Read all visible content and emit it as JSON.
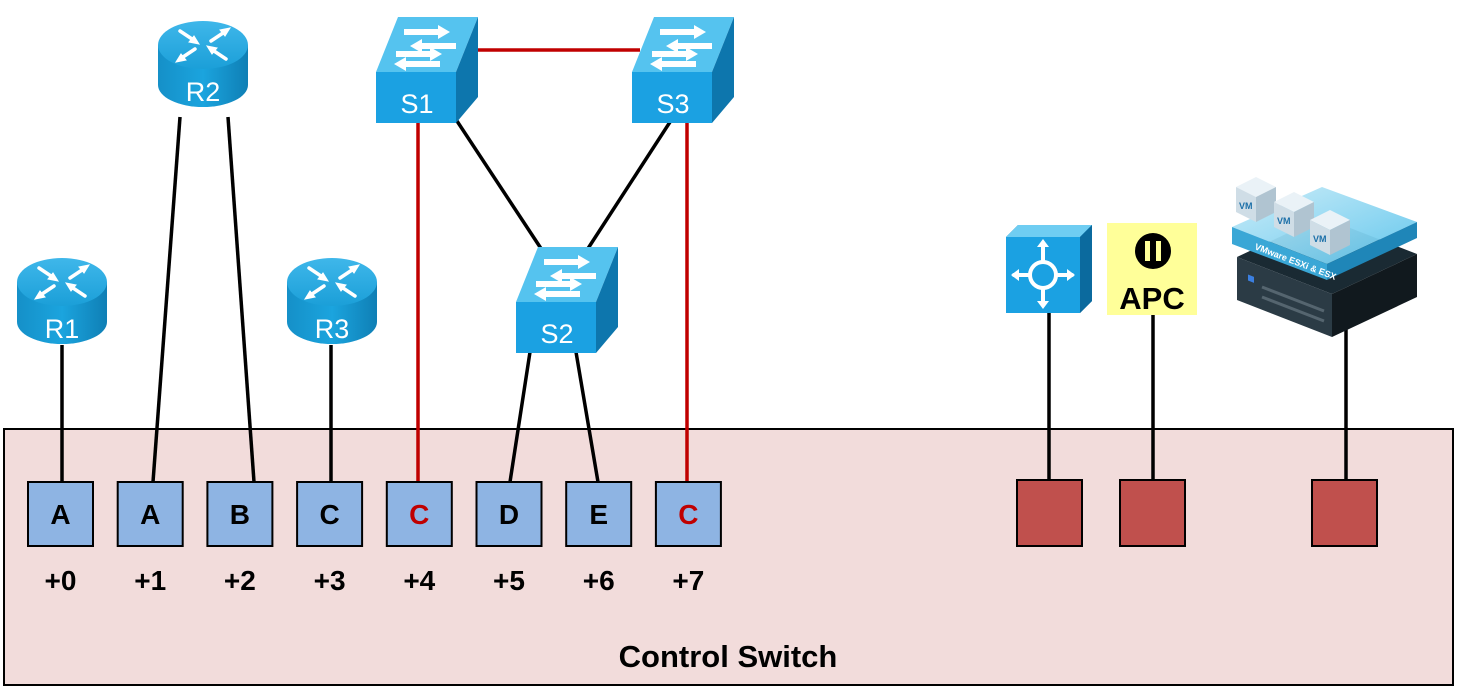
{
  "control_switch": {
    "label": "Control Switch",
    "fill": "#f2dcdb",
    "border": "#000000"
  },
  "colors": {
    "port_fill": "#8eb4e3",
    "extra_port_fill": "#c0504d",
    "device_blue": "#1ba1e2",
    "device_dark": "#0e78b4",
    "link_black": "#000000",
    "link_red": "#c00000",
    "port_text_normal": "#000000",
    "port_text_red": "#c00000",
    "apc_bg": "#ffff99"
  },
  "ports": [
    {
      "letter": "A",
      "offset": "+0",
      "red": false
    },
    {
      "letter": "A",
      "offset": "+1",
      "red": false
    },
    {
      "letter": "B",
      "offset": "+2",
      "red": false
    },
    {
      "letter": "C",
      "offset": "+3",
      "red": false
    },
    {
      "letter": "C",
      "offset": "+4",
      "red": true
    },
    {
      "letter": "D",
      "offset": "+5",
      "red": false
    },
    {
      "letter": "E",
      "offset": "+6",
      "red": false
    },
    {
      "letter": "C",
      "offset": "+7",
      "red": true
    }
  ],
  "routers": [
    {
      "id": "r1",
      "label": "R1"
    },
    {
      "id": "r2",
      "label": "R2"
    },
    {
      "id": "r3",
      "label": "R3"
    }
  ],
  "switches": [
    {
      "id": "s1",
      "label": "S1"
    },
    {
      "id": "s2",
      "label": "S2"
    },
    {
      "id": "s3",
      "label": "S3"
    }
  ],
  "extra_devices": [
    {
      "id": "terminal-server",
      "icon": "terminal-server-icon"
    },
    {
      "id": "apc",
      "label": "APC",
      "icon": "power-icon"
    },
    {
      "id": "esxi",
      "label": "VMware ESXi & ESX",
      "vm_label": "VM",
      "icon": "server-icon"
    }
  ]
}
